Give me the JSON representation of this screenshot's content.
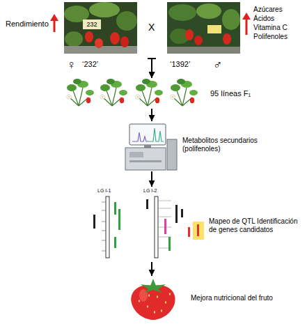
{
  "diagram": {
    "nodes": [
      {
        "text": [
          "‘232’"
        ]
      },
      {
        "text": [
          "‘1392’"
        ]
      },
      {
        "text": [
          "95 líneas F₁"
        ]
      },
      {
        "text": [
          "Metabolitos secundarios (polifenoles)"
        ]
      },
      {
        "text": [
          "Mapeo de QTL Identificación de genes candidatos"
        ]
      },
      {
        "text": [
          "Mejora nutricional del fruto"
        ]
      }
    ],
    "edges": [
      {
        "from": 0,
        "to": 2,
        "arrow": "to"
      },
      {
        "from": 1,
        "to": 2,
        "arrow": "to"
      },
      {
        "from": 2,
        "to": 3,
        "arrow": "to"
      },
      {
        "from": 3,
        "to": 4,
        "arrow": "to"
      },
      {
        "from": 4,
        "to": 5,
        "arrow": "to"
      }
    ],
    "labels": [
      "Rendimiento",
      "X",
      "Azúcares",
      "Ácidos",
      "Vitamina C",
      "Polifenoles",
      "232",
      "♀",
      "♂",
      "LG I-1",
      "LG I-2"
    ]
  }
}
